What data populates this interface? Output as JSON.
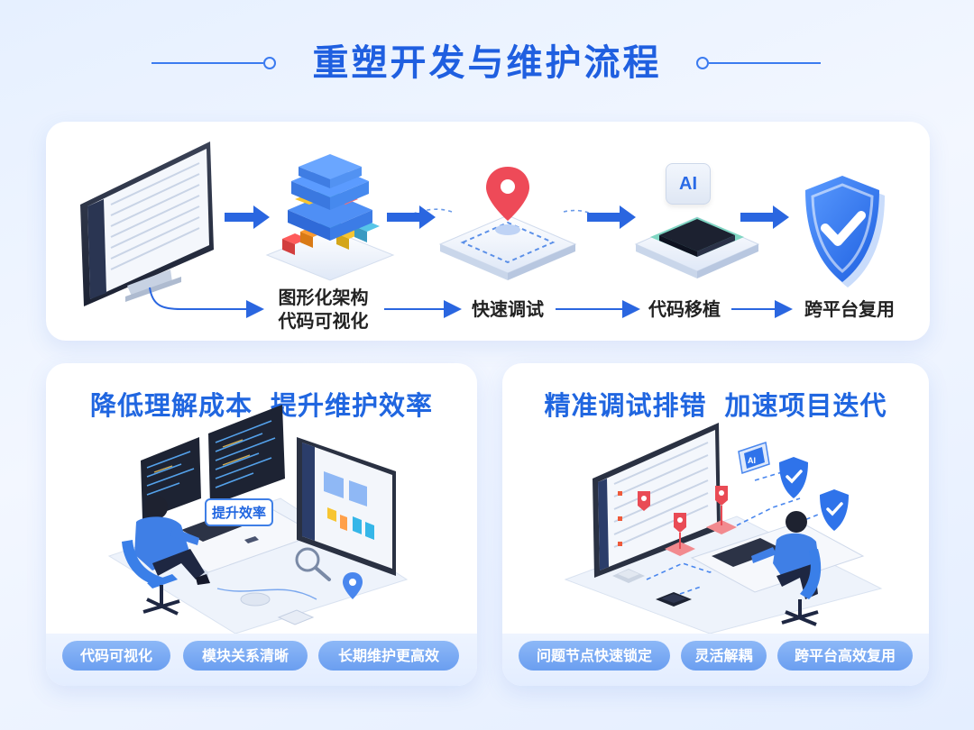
{
  "title": "重塑开发与维护流程",
  "flow": {
    "steps": [
      {
        "line1": "图形化架构",
        "line2": "代码可视化"
      },
      {
        "line1": "快速调试"
      },
      {
        "line1": "代码移植"
      },
      {
        "line1": "跨平台复用"
      }
    ],
    "ai_badge": "AI"
  },
  "left_card": {
    "title_a": "降低理解成本",
    "title_b": "提升维护效率",
    "callout": "提升效率",
    "pills": [
      "代码可视化",
      "模块关系清晰",
      "长期维护更高效"
    ]
  },
  "right_card": {
    "title_a": "精准调试排错",
    "title_b": "加速项目迭代",
    "pills": [
      "问题节点快速锁定",
      "灵活解耦",
      "跨平台高效复用"
    ]
  },
  "colors": {
    "accent": "#2066e0",
    "pill": "#7aa9f3",
    "shield": "#2f73ea"
  }
}
